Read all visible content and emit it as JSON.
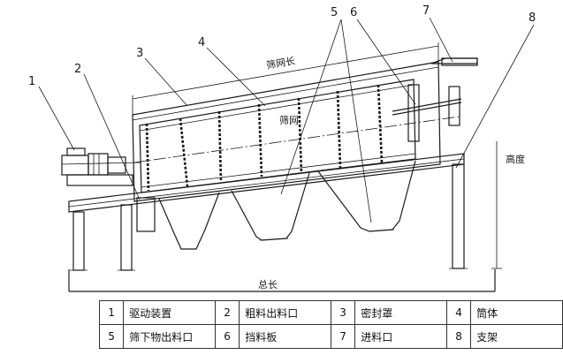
{
  "callouts": [
    "1",
    "2",
    "3",
    "4",
    "5",
    "6",
    "7",
    "8"
  ],
  "dimensions": {
    "screen_length": "筛网长",
    "total_length": "总长",
    "height": "高度"
  },
  "internal_label": "筛网",
  "legend": [
    {
      "no": "1",
      "name": "驱动装置"
    },
    {
      "no": "2",
      "name": "粗料出料口"
    },
    {
      "no": "3",
      "name": "密封罩"
    },
    {
      "no": "4",
      "name": "筒体"
    },
    {
      "no": "5",
      "name": "筛下物出料口"
    },
    {
      "no": "6",
      "name": "挡料板"
    },
    {
      "no": "7",
      "name": "进料口"
    },
    {
      "no": "8",
      "name": "支架"
    }
  ]
}
